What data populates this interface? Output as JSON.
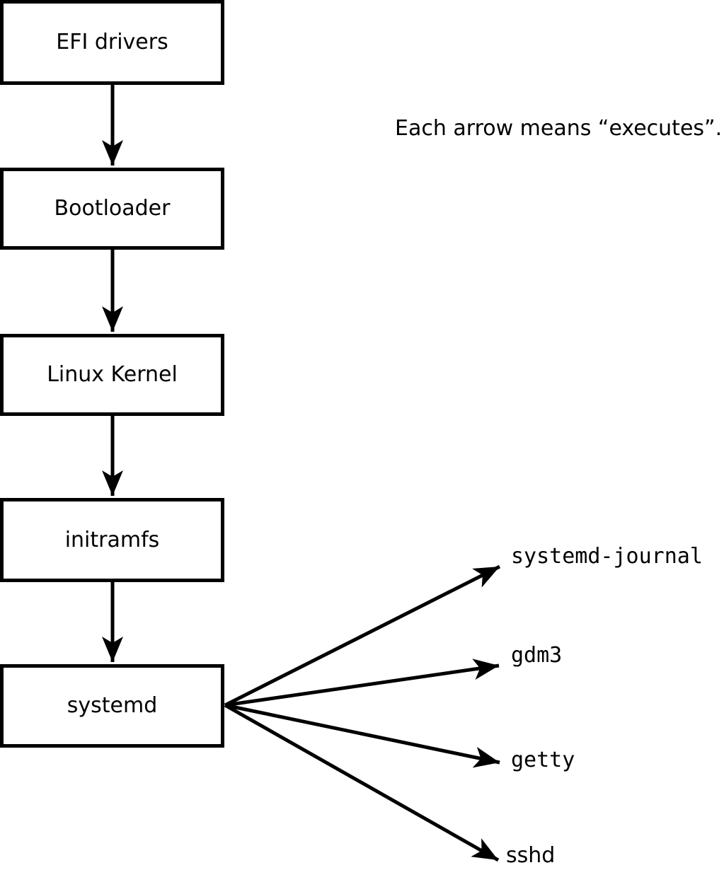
{
  "diagram": {
    "caption": "Each arrow means “executes”.",
    "boot_chain": [
      {
        "label": "EFI drivers"
      },
      {
        "label": "Bootloader"
      },
      {
        "label": "Linux Kernel"
      },
      {
        "label": "initramfs"
      },
      {
        "label": "systemd"
      }
    ],
    "systemd_spawns": [
      {
        "label": "systemd-journal"
      },
      {
        "label": "gdm3"
      },
      {
        "label": "getty"
      },
      {
        "label": "sshd"
      }
    ],
    "edges": [
      {
        "from": "EFI drivers",
        "to": "Bootloader"
      },
      {
        "from": "Bootloader",
        "to": "Linux Kernel"
      },
      {
        "from": "Linux Kernel",
        "to": "initramfs"
      },
      {
        "from": "initramfs",
        "to": "systemd"
      },
      {
        "from": "systemd",
        "to": "systemd-journal"
      },
      {
        "from": "systemd",
        "to": "gdm3"
      },
      {
        "from": "systemd",
        "to": "getty"
      },
      {
        "from": "systemd",
        "to": "sshd"
      }
    ],
    "colors": {
      "stroke": "#000000",
      "text": "#000000",
      "node_fill": "#ffffff",
      "background": "#ffffff"
    }
  }
}
